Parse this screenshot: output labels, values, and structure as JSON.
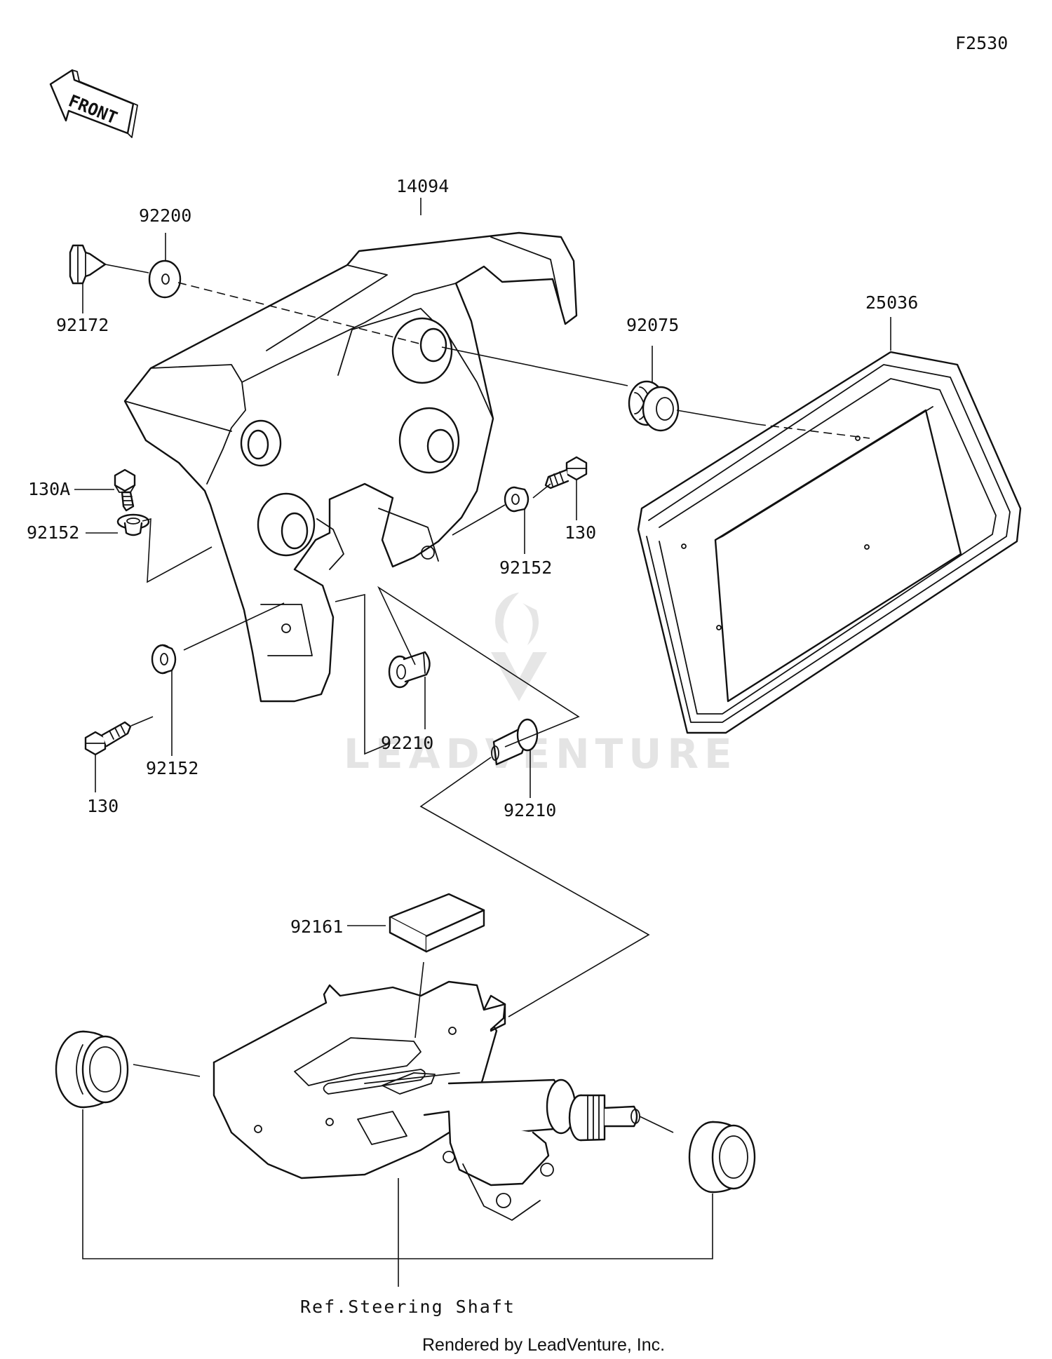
{
  "figure_id": "F2530",
  "front_arrow_label": "FRONT",
  "callouts": {
    "c14094": "14094",
    "c92200": "92200",
    "c92172": "92172",
    "c25036": "25036",
    "c92075": "92075",
    "c130A": "130A",
    "c92152_a": "92152",
    "c92152_b": "92152",
    "c92152_c": "92152",
    "c130_a": "130",
    "c130_b": "130",
    "c92210_a": "92210",
    "c92210_b": "92210",
    "c92161": "92161"
  },
  "reference_note": "Ref.Steering Shaft",
  "footer_text": "Rendered by LeadVenture, Inc.",
  "watermark_text": "LEADVENTURE",
  "colors": {
    "line": "#111111",
    "background": "#ffffff",
    "watermark": "#e2e2e2"
  }
}
